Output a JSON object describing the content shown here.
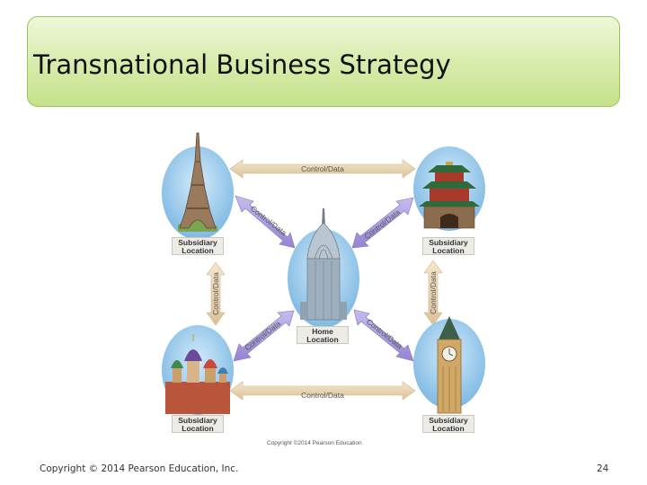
{
  "slide": {
    "title": "Transnational Business Strategy",
    "footer_copyright": "Copyright © 2014 Pearson Education, Inc.",
    "page_number": "24"
  },
  "diagram": {
    "arrow_label": "Control/Data",
    "image_credit": "Copyright ©2014 Pearson Education",
    "nodes": {
      "top_left": {
        "line1": "Subsidiary",
        "line2": "Location",
        "icon": "eiffel-tower-icon"
      },
      "top_right": {
        "line1": "Subsidiary",
        "line2": "Location",
        "icon": "chinese-pagoda-icon"
      },
      "bottom_left": {
        "line1": "Subsidiary",
        "line2": "Location",
        "icon": "onion-dome-cathedral-icon"
      },
      "bottom_right": {
        "line1": "Subsidiary",
        "line2": "Location",
        "icon": "clock-tower-icon"
      },
      "center": {
        "line1": "Home",
        "line2": "Location",
        "icon": "skyscraper-icon"
      }
    },
    "colors": {
      "horizontal_vertical_arrow": "#ecd8b4",
      "diagonal_arrow": "#a99bdb",
      "oval_sky": "#8cc3e8"
    }
  }
}
